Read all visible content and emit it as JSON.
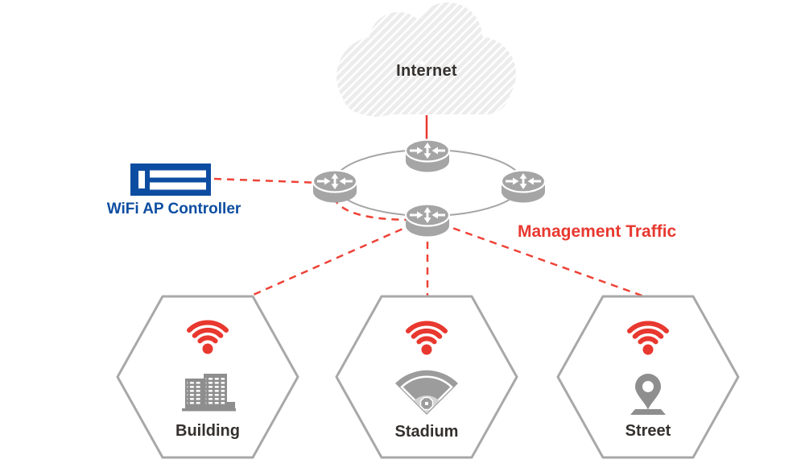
{
  "diagram": {
    "cloud_label": "Internet",
    "controller_label": "WiFi AP Controller",
    "traffic_label": "Management Traffic",
    "sites": [
      {
        "id": "building",
        "label": "Building"
      },
      {
        "id": "stadium",
        "label": "Stadium"
      },
      {
        "id": "street",
        "label": "Street"
      }
    ],
    "icons": {
      "cloud": "internet-cloud",
      "router": "router-cross-arrows-icon",
      "controller": "wifi-ap-controller-icon",
      "wifi": "wifi-signal-icon",
      "building": "building-towers-icon",
      "stadium": "stadium-field-icon",
      "street": "location-pin-icon"
    },
    "links": [
      {
        "from": "internet",
        "to": "core-ring",
        "style": "solid-red"
      },
      {
        "from": "wifi-ap-controller",
        "to": "core-ring",
        "style": "dashed-red"
      },
      {
        "from": "core-ring",
        "to": "building",
        "style": "dashed-red"
      },
      {
        "from": "core-ring",
        "to": "stadium",
        "style": "dashed-red"
      },
      {
        "from": "core-ring",
        "to": "street",
        "style": "dashed-red"
      }
    ],
    "colors": {
      "red": "#e8382f",
      "dash_red": "#ee4237",
      "blue": "#0d4da1",
      "gray": "#a8a8a8",
      "icon_gray": "#8e8e8e",
      "text_dark": "#34302e"
    }
  }
}
